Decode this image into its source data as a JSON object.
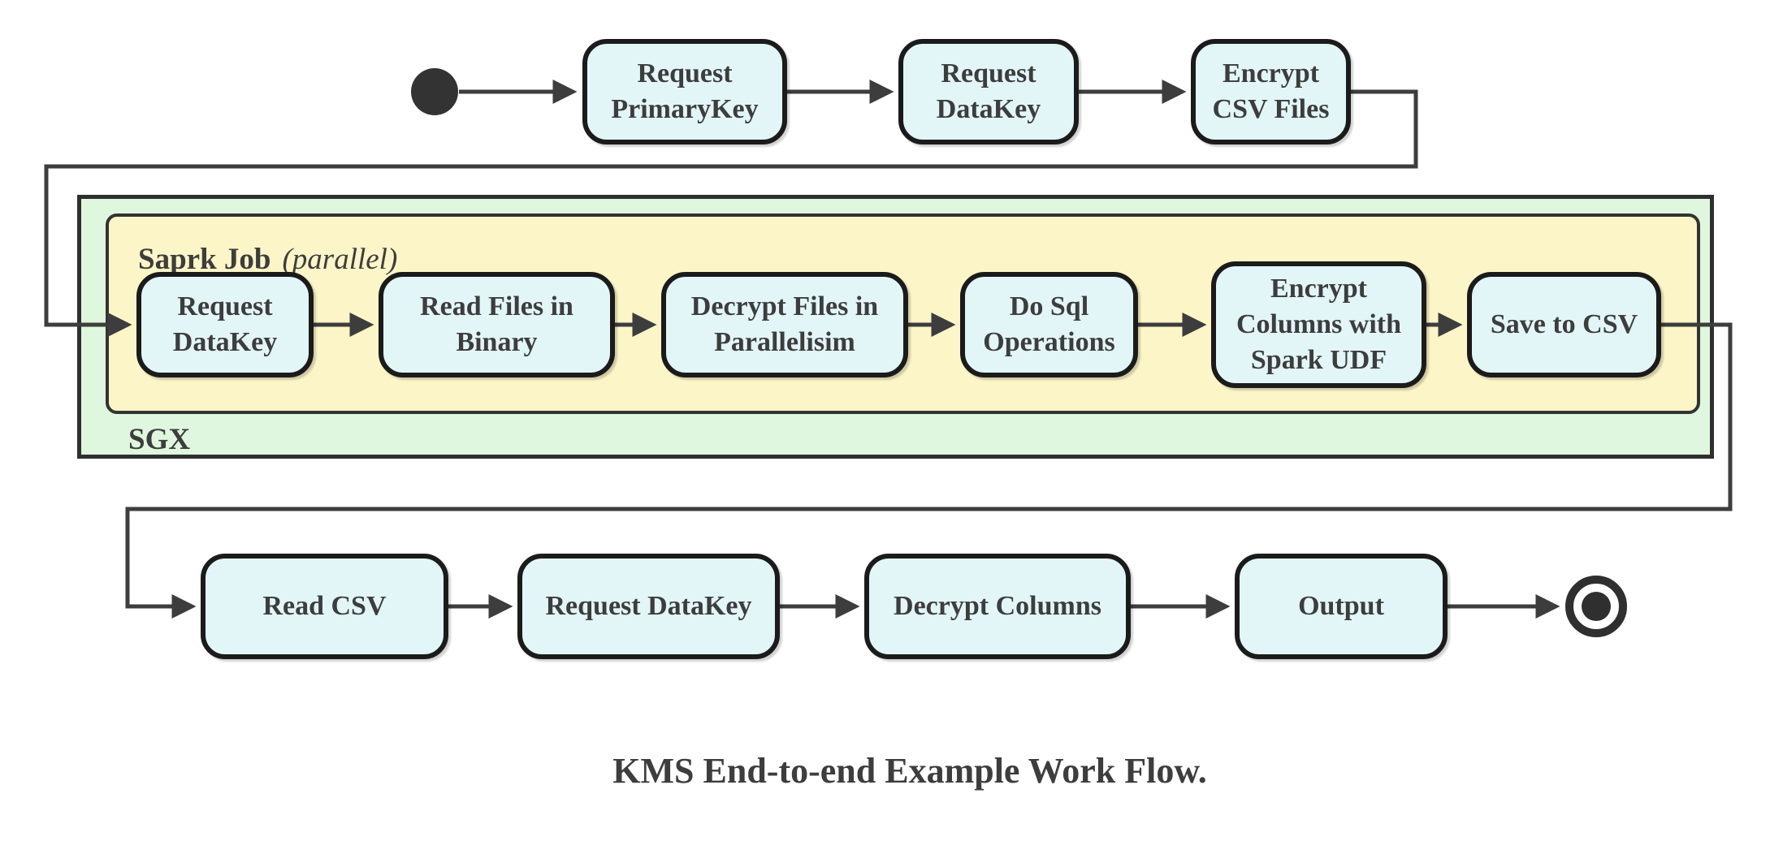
{
  "diagram": {
    "caption": "KMS End-to-end Example Work Flow.",
    "groups": {
      "sgx": {
        "label": "SGX"
      },
      "spark_job": {
        "label": "Saprk Job",
        "qualifier": "(parallel)"
      }
    },
    "nodes": [
      {
        "id": "request-primarykey",
        "label": "Request\nPrimaryKey"
      },
      {
        "id": "request-datakey-top",
        "label": "Request\nDataKey"
      },
      {
        "id": "encrypt-csv-files",
        "label": "Encrypt\nCSV Files"
      },
      {
        "id": "request-datakey-spark",
        "label": "Request\nDataKey"
      },
      {
        "id": "read-files-in-binary",
        "label": "Read Files in\nBinary"
      },
      {
        "id": "decrypt-files-in-parallelisim",
        "label": "Decrypt Files in\nParallelisim"
      },
      {
        "id": "do-sql-operations",
        "label": "Do Sql\nOperations"
      },
      {
        "id": "encrypt-columns-with-spark-udf",
        "label": "Encrypt\nColumns with\nSpark UDF"
      },
      {
        "id": "save-to-csv",
        "label": "Save to CSV"
      },
      {
        "id": "read-csv",
        "label": "Read CSV"
      },
      {
        "id": "request-datakey-client",
        "label": "Request DataKey"
      },
      {
        "id": "decrypt-columns",
        "label": "Decrypt Columns"
      },
      {
        "id": "output",
        "label": "Output"
      }
    ],
    "edges": [
      [
        "start",
        "request-primarykey"
      ],
      [
        "request-primarykey",
        "request-datakey-top"
      ],
      [
        "request-datakey-top",
        "encrypt-csv-files"
      ],
      [
        "encrypt-csv-files",
        "request-datakey-spark"
      ],
      [
        "request-datakey-spark",
        "read-files-in-binary"
      ],
      [
        "read-files-in-binary",
        "decrypt-files-in-parallelisim"
      ],
      [
        "decrypt-files-in-parallelisim",
        "do-sql-operations"
      ],
      [
        "do-sql-operations",
        "encrypt-columns-with-spark-udf"
      ],
      [
        "encrypt-columns-with-spark-udf",
        "save-to-csv"
      ],
      [
        "save-to-csv",
        "read-csv"
      ],
      [
        "read-csv",
        "request-datakey-client"
      ],
      [
        "request-datakey-client",
        "decrypt-columns"
      ],
      [
        "decrypt-columns",
        "output"
      ],
      [
        "output",
        "end"
      ]
    ]
  },
  "colors": {
    "node_fill": "#e2f6f8",
    "node_border": "#1b1b1b",
    "sgx_group_fill": "#dff7de",
    "spark_group_fill": "#fcf5c7",
    "group_border": "#333333",
    "arrow": "#3d3d3d",
    "text": "#3d3d3d",
    "start_end_marker": "#333333"
  }
}
